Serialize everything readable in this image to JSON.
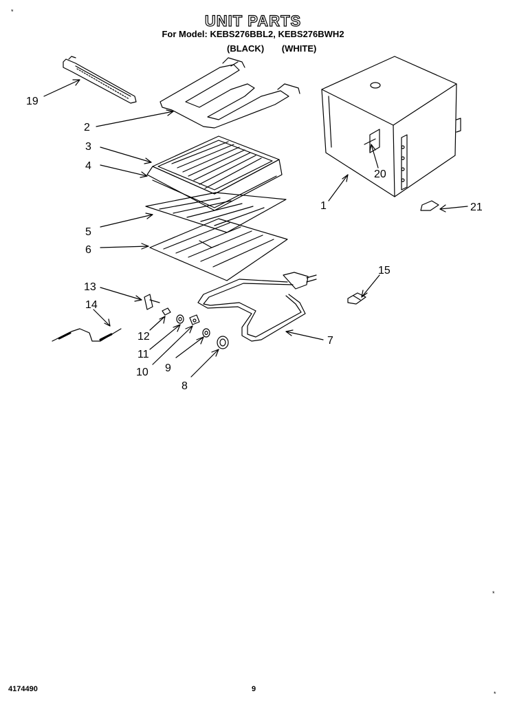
{
  "title": "UNIT PARTS",
  "subtitle": "For Model: KEBS276BBL2, KEBS276BWH2",
  "color_black": "(BLACK)",
  "color_white": "(WHITE)",
  "callouts": {
    "c1": "1",
    "c2": "2",
    "c3": "3",
    "c4": "4",
    "c5": "5",
    "c6": "6",
    "c7": "7",
    "c8": "8",
    "c9": "9",
    "c10": "10",
    "c11": "11",
    "c12": "12",
    "c13": "13",
    "c14": "14",
    "c15": "15",
    "c19": "19",
    "c20": "20",
    "c21": "21"
  },
  "footer": {
    "part_number": "4174490",
    "page": "9"
  },
  "marks": {
    "star": "*"
  }
}
